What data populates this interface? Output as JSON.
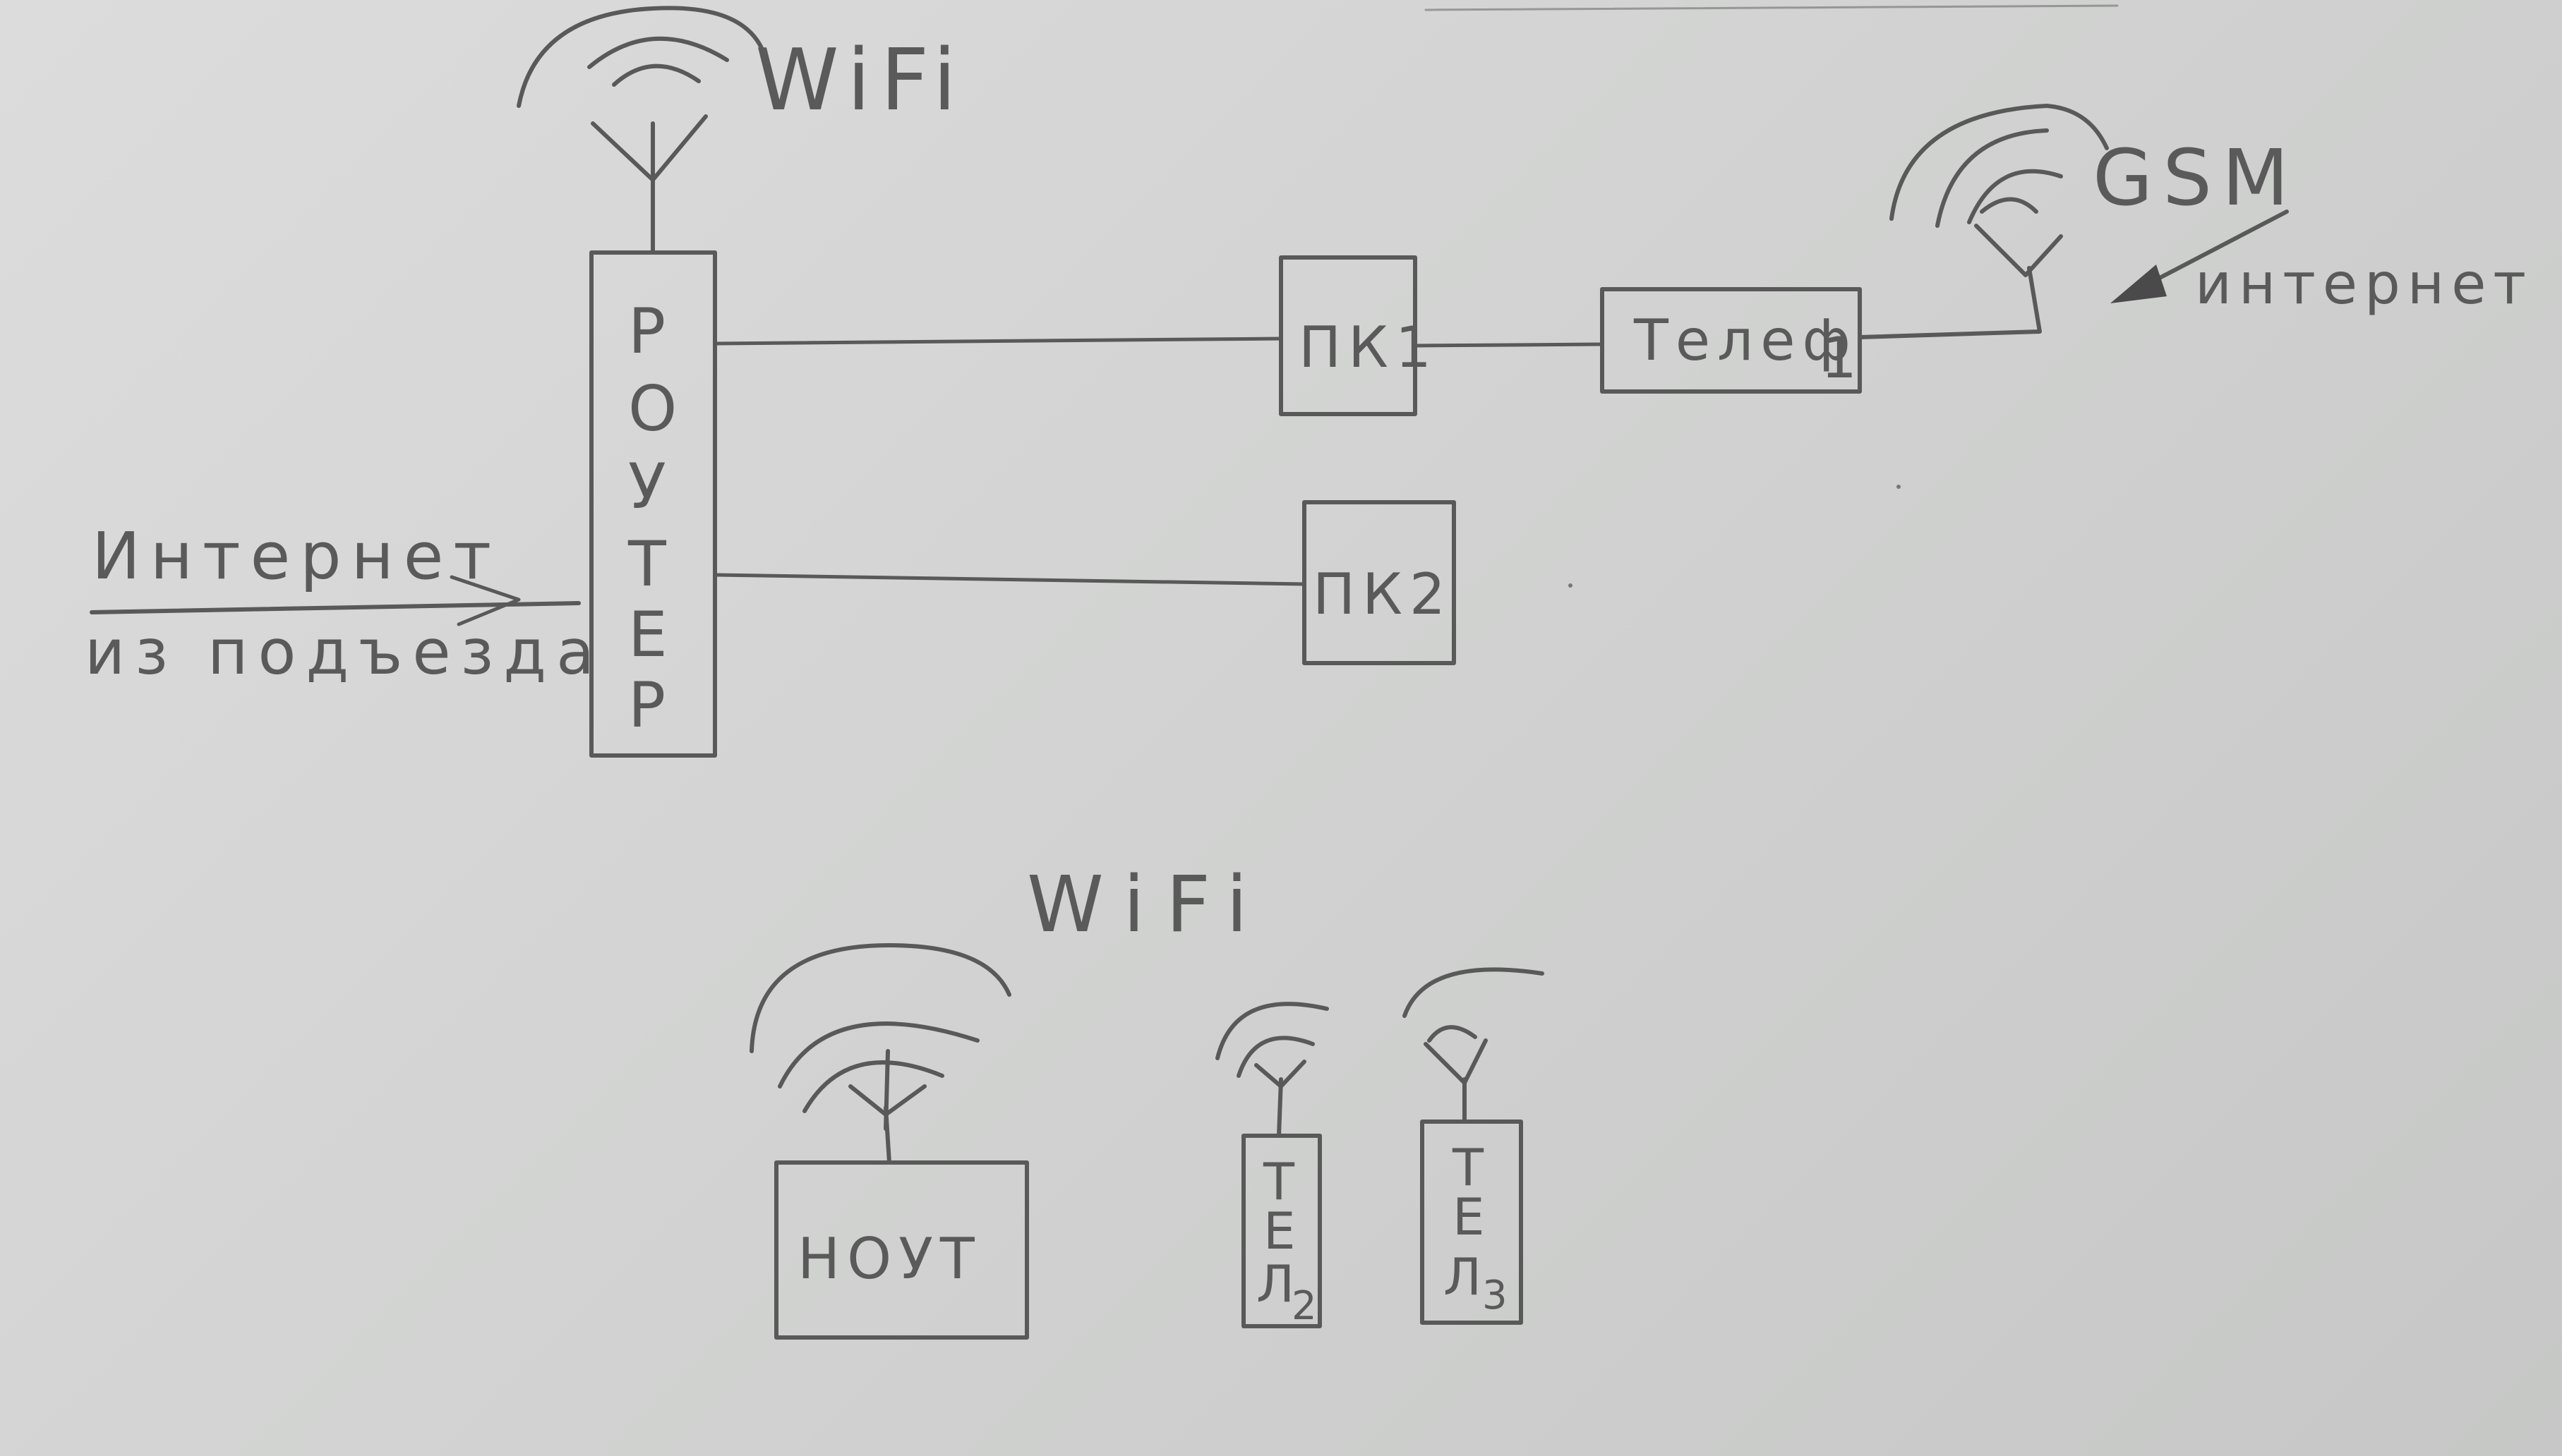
{
  "labels": {
    "wifi_top": "WiFi",
    "wifi_bottom": "WiFi",
    "gsm": "GSM",
    "internet_right": "интернет",
    "internet_left_line1": "Интернет",
    "internet_left_line2": "из подъезда"
  },
  "nodes": {
    "router": {
      "letters": [
        "Р",
        "О",
        "У",
        "Т",
        "Е",
        "Р"
      ]
    },
    "pc1": {
      "label": "ПК1"
    },
    "pc2": {
      "label": "ПК2"
    },
    "phone1": {
      "label": "Телеф",
      "subscript": "1"
    },
    "laptop": {
      "label": "НОУТ"
    },
    "phone2": {
      "letters": [
        "Т",
        "Е",
        "Л"
      ],
      "subscript": "2"
    },
    "phone3": {
      "letters": [
        "Т",
        "Е",
        "Л"
      ],
      "subscript": "3"
    }
  },
  "style": {
    "ink_color": "#595959",
    "paper_color": "#d4d5d4"
  }
}
